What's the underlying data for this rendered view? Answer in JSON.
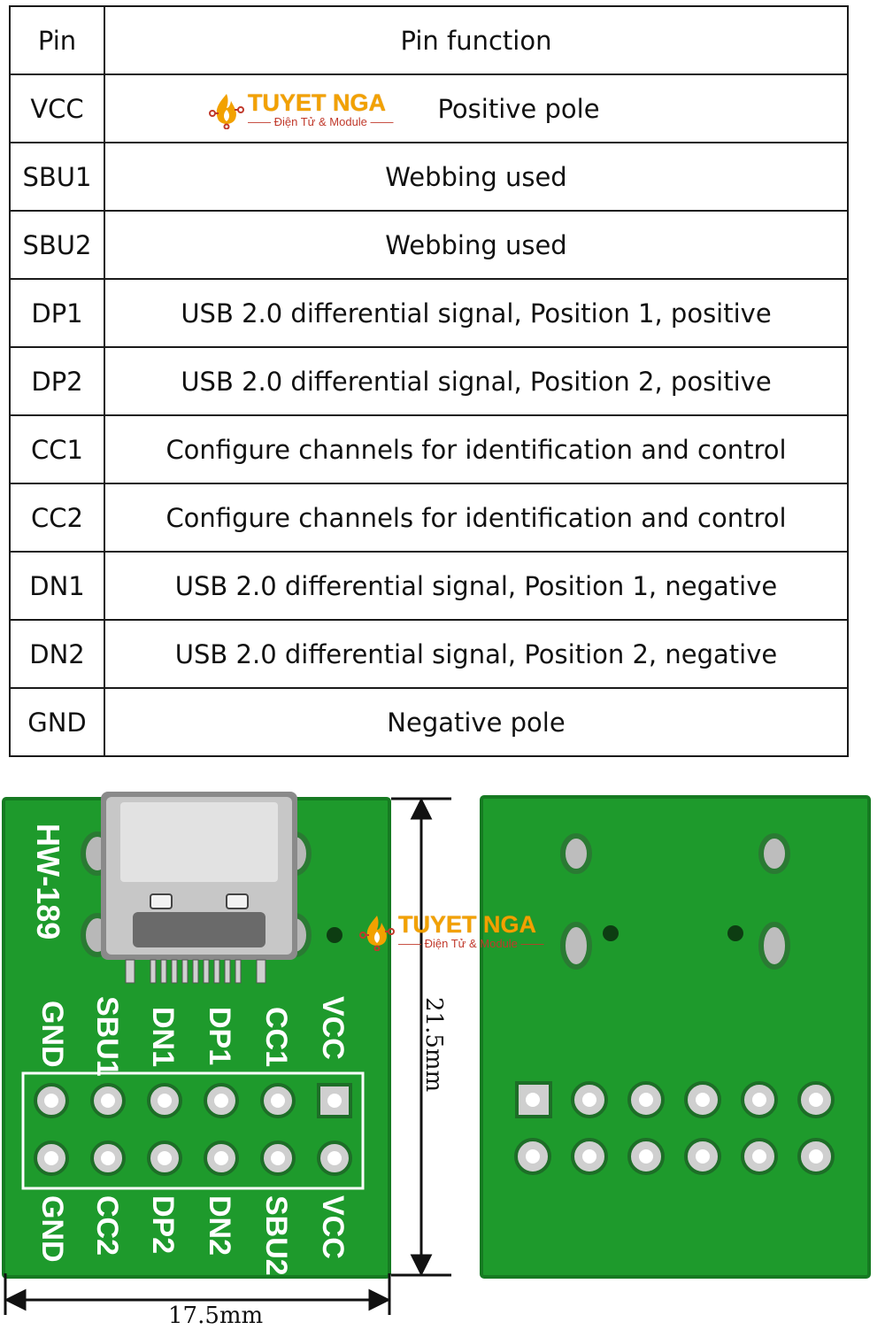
{
  "table": {
    "headers": [
      "Pin",
      "Pin function"
    ],
    "rows": [
      {
        "pin": "VCC",
        "function": "Positive pole"
      },
      {
        "pin": "SBU1",
        "function": "Webbing used"
      },
      {
        "pin": "SBU2",
        "function": "Webbing used"
      },
      {
        "pin": "DP1",
        "function": "USB 2.0 differential signal, Position 1, positive"
      },
      {
        "pin": "DP2",
        "function": "USB 2.0 differential signal, Position 2, positive"
      },
      {
        "pin": "CC1",
        "function": "Configure channels for identification and control"
      },
      {
        "pin": "CC2",
        "function": "Configure channels for identification and control"
      },
      {
        "pin": "DN1",
        "function": "USB 2.0 differential signal, Position 1, negative"
      },
      {
        "pin": "DN2",
        "function": "USB 2.0 differential signal, Position 2, negative"
      },
      {
        "pin": "GND",
        "function": "Negative pole"
      }
    ]
  },
  "watermark": {
    "brand": "TUYET NGA",
    "tagline": "Điện Tử & Module"
  },
  "board": {
    "model": "HW-189",
    "top_labels": [
      "GND",
      "SBU1",
      "DN1",
      "DP1",
      "CC1",
      "VCC"
    ],
    "bottom_labels": [
      "GND",
      "CC2",
      "DP2",
      "DN2",
      "SBU2",
      "VCC"
    ],
    "height_label": "21.5mm",
    "width_label": "17.5mm"
  },
  "colors": {
    "pcb": "#1e9a2c",
    "pcb_edge": "#167a22",
    "silkscreen": "#ffffff",
    "brand": "#f2a100"
  }
}
